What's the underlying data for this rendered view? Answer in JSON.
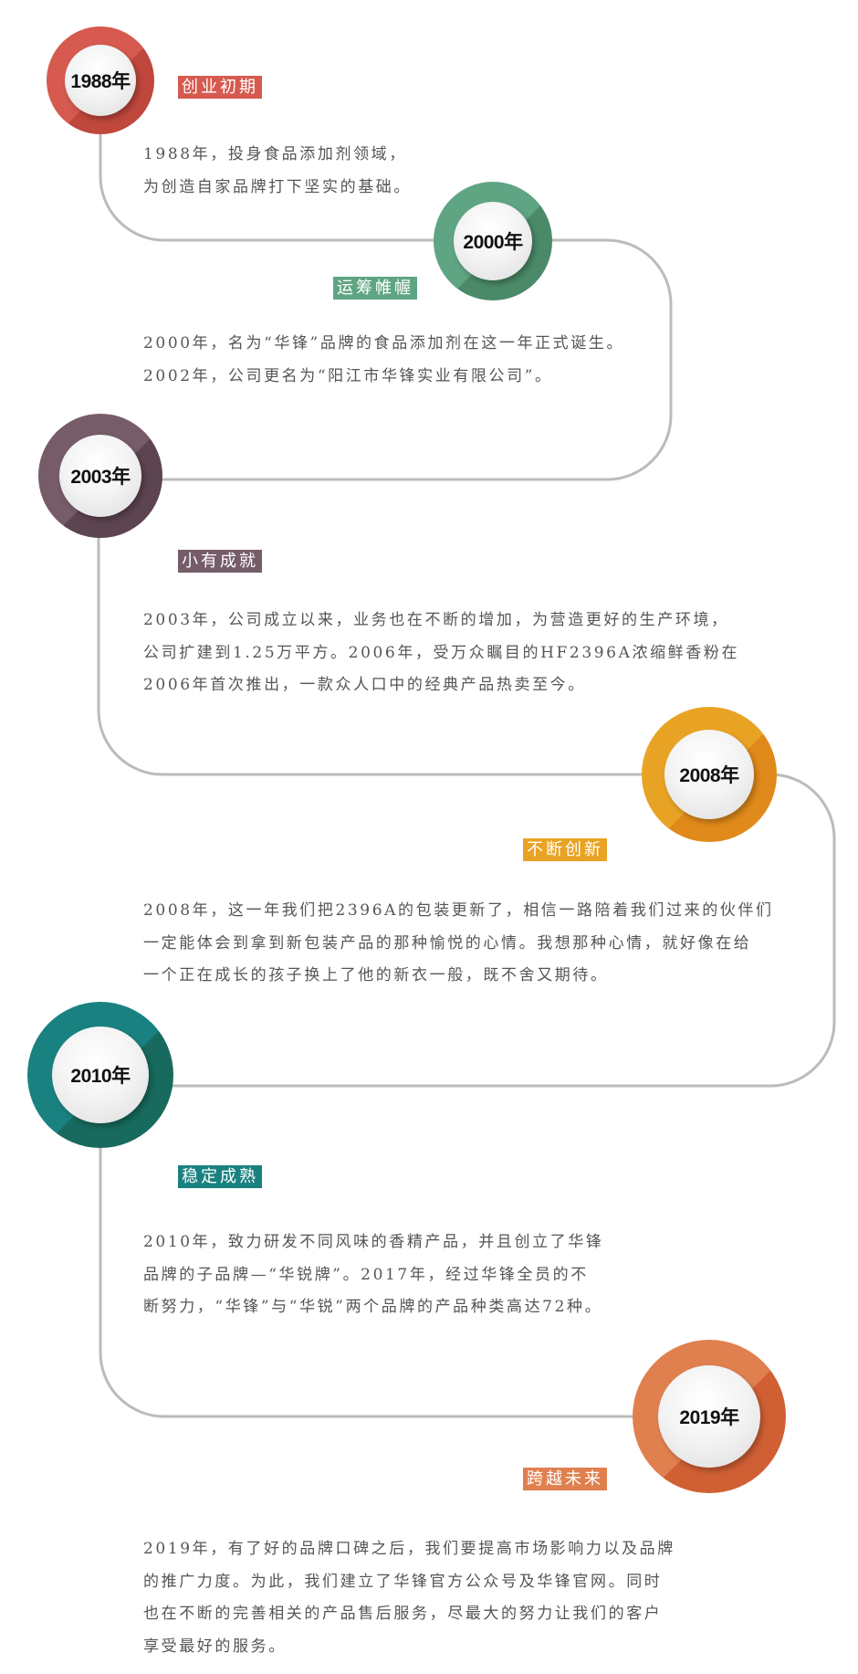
{
  "colors": {
    "line": "#bbbbbb"
  },
  "milestones": [
    {
      "year": "1988年",
      "title": "创业初期",
      "color": "#d65a4f",
      "shade": "#bf473c",
      "lines": [
        "1988年，投身食品添加剂领域，",
        "为创造自家品牌打下坚实的基础。"
      ]
    },
    {
      "year": "2000年",
      "title": "运筹帷幄",
      "color": "#5fa583",
      "shade": "#4a8a68",
      "lines": [
        "2000年，名为“华锋”品牌的食品添加剂在这一年正式诞生。",
        "2002年，公司更名为“阳江市华锋实业有限公司”。"
      ]
    },
    {
      "year": "2003年",
      "title": "小有成就",
      "color": "#765c69",
      "shade": "#5d4451",
      "lines": [
        "2003年，公司成立以来，业务也在不断的增加，为营造更好的生产环境，",
        "公司扩建到1.25万平方。2006年，受万众瞩目的HF2396A浓缩鲜香粉在",
        "2006年首次推出，一款众人口中的经典产品热卖至今。"
      ]
    },
    {
      "year": "2008年",
      "title": "不断创新",
      "color": "#e9a324",
      "shade": "#e08a1b",
      "lines": [
        "2008年，这一年我们把2396A的包装更新了，相信一路陪着我们过来的伙伴们",
        "一定能体会到拿到新包装产品的那种愉悦的心情。我想那种心情，就好像在给",
        "一个正在成长的孩子换上了他的新衣一般，既不舍又期待。"
      ]
    },
    {
      "year": "2010年",
      "title": "稳定成熟",
      "color": "#1a8181",
      "shade": "#176a5d",
      "lines": [
        "2010年，致力研发不同风味的香精产品，并且创立了华锋",
        "品牌的子品牌—“华锐牌”。2017年，经过华锋全员的不",
        "断努力，“华锋”与“华锐”两个品牌的产品种类高达72种。"
      ]
    },
    {
      "year": "2019年",
      "title": "跨越未来",
      "color": "#e0804f",
      "shade": "#d06034",
      "lines": [
        "2019年，有了好的品牌口碑之后，我们要提高市场影响力以及品牌",
        "的推广力度。为此，我们建立了华锋官方公众号及华锋官网。同时",
        "也在不断的完善相关的产品售后服务，尽最大的努力让我们的客户",
        "享受最好的服务。"
      ]
    }
  ]
}
